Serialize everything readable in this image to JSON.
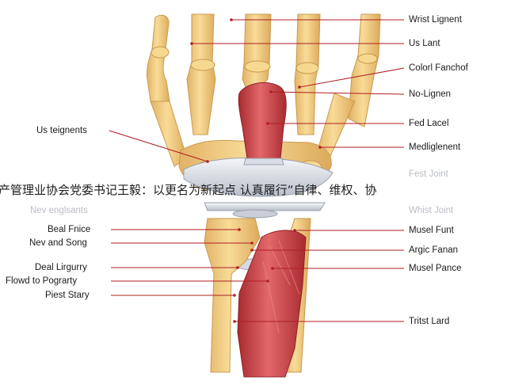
{
  "right_labels": [
    {
      "text": "Wrist Lignent",
      "faded": false
    },
    {
      "text": "Us Lant",
      "faded": false
    },
    {
      "text": "Colorl Fanchof",
      "faded": false
    },
    {
      "text": "No-Lignen",
      "faded": false
    },
    {
      "text": "Fed Lacel",
      "faded": false
    },
    {
      "text": "Medliglenent",
      "faded": false
    },
    {
      "text": "Fest Joint",
      "faded": true
    },
    {
      "text": "Whist Joint",
      "faded": true
    },
    {
      "text": "Musel Funt",
      "faded": false
    },
    {
      "text": "Argic Fanan",
      "faded": false
    },
    {
      "text": "Musel Pance",
      "faded": false
    },
    {
      "text": "Tritst Lard",
      "faded": false
    }
  ],
  "left_labels": [
    {
      "text": "Us teignents",
      "faded": false
    },
    {
      "text": "Nev englsants",
      "faded": true
    },
    {
      "text": "Beal Fnice",
      "faded": false
    },
    {
      "text": "Nev and Song",
      "faded": false
    },
    {
      "text": "Deal Lirgurry",
      "faded": false
    },
    {
      "text": "Flowd to Pograrty",
      "faded": false
    },
    {
      "text": "Piest Stary",
      "faded": false
    }
  ],
  "banner_text": "产管理业协会党委书记王毅：以更名为新起点 认真履行“自律、维权、协",
  "colors": {
    "bone": "#f3cf86",
    "bone_shadow": "#d9a95a",
    "muscle": "#c8393f",
    "muscle_light": "#e06a6c",
    "cartilage": "#dfe3ea",
    "line": "#b01e22"
  }
}
